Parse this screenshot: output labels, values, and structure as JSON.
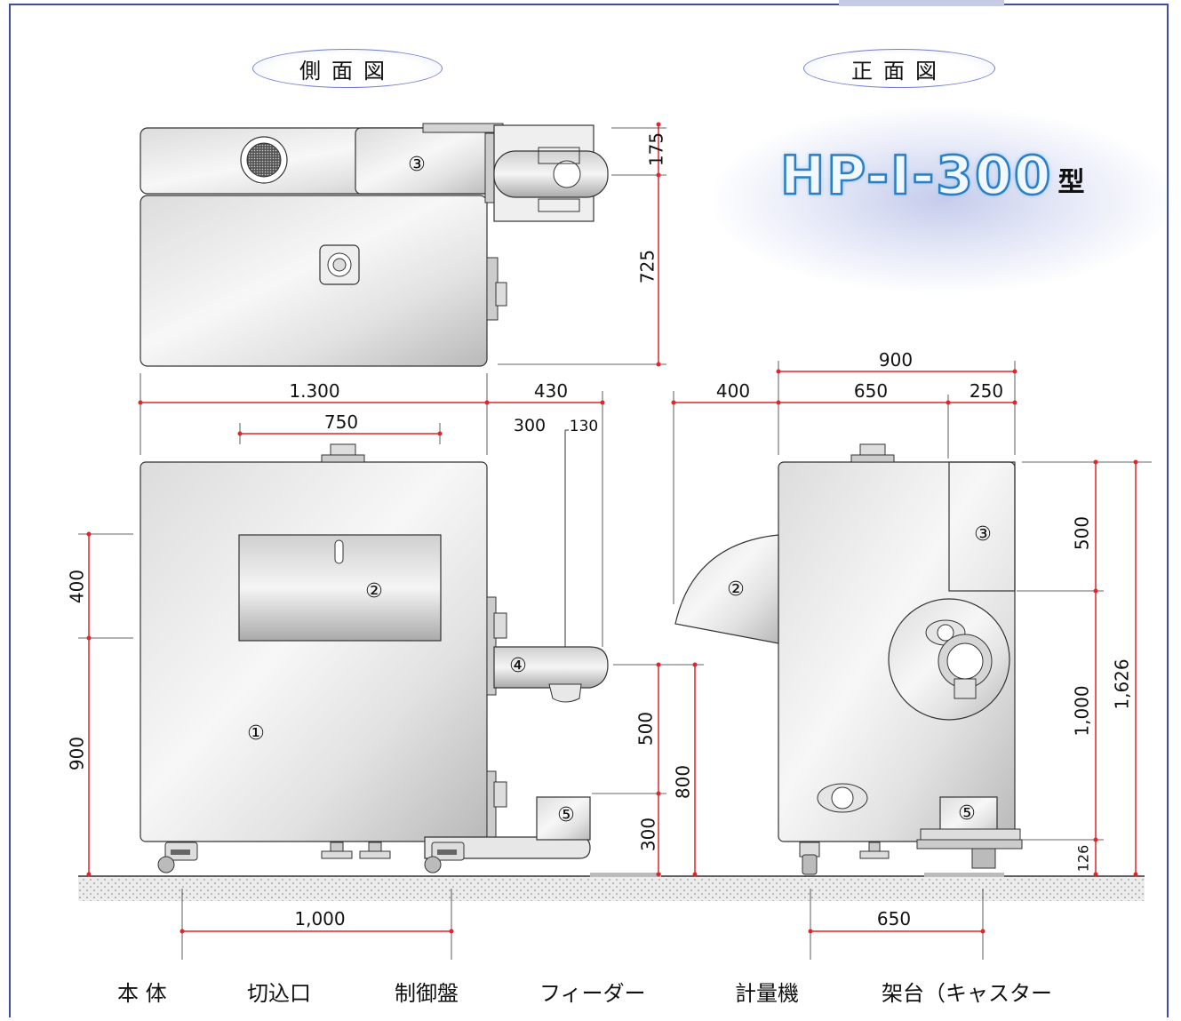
{
  "titles": {
    "side_view": "側面図",
    "front_view": "正面図"
  },
  "model": {
    "name": "HP-I-300",
    "suffix": "型"
  },
  "part_numbers": {
    "p1": "①",
    "p2": "②",
    "p3": "③",
    "p4": "④",
    "p5": "⑤"
  },
  "dimensions": {
    "top_175": "175",
    "top_725": "725",
    "side_1300": "1.300",
    "side_430": "430",
    "side_750": "750",
    "side_300": "300",
    "side_130": "130",
    "side_400": "400",
    "side_900": "900",
    "side_500": "500",
    "side_800": "800",
    "side_300b": "300",
    "side_1000": "1,000",
    "front_900": "900",
    "front_400": "400",
    "front_650": "650",
    "front_250": "250",
    "front_500": "500",
    "front_1000": "1,000",
    "front_1626": "1,626",
    "front_126": "126",
    "front_650b": "650"
  },
  "legend": [
    "本 体",
    "切込口",
    "制御盤",
    "フィーダー",
    "計量機",
    "架台（キャスター"
  ],
  "colors": {
    "frame": "#3f4ea0",
    "dim_line": "#e0262a",
    "body_stroke": "#333333",
    "model_stroke": "#2c7fc4"
  }
}
